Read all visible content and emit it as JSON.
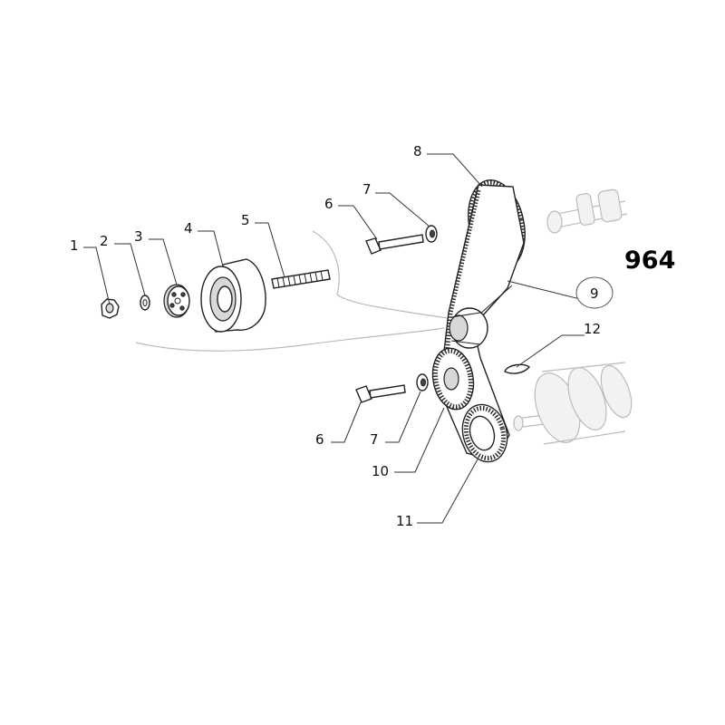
{
  "diagram": {
    "code": "964",
    "callouts": {
      "c1": "1",
      "c2": "2",
      "c3": "3",
      "c4": "4",
      "c5": "5",
      "c6_upper": "6",
      "c7_upper": "7",
      "c8": "8",
      "c9": "9",
      "c6_lower": "6",
      "c7_lower": "7",
      "c10": "10",
      "c11": "11",
      "c12": "12"
    }
  }
}
